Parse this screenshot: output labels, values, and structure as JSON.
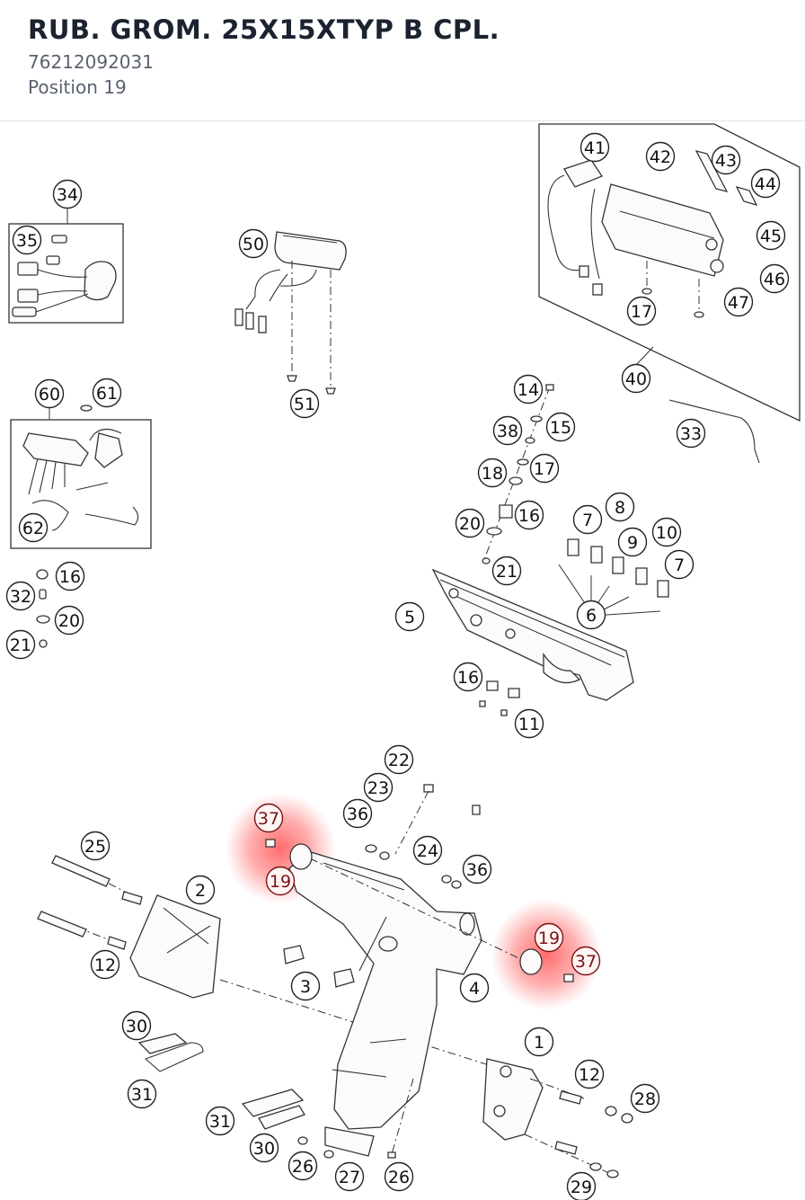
{
  "header": {
    "title": "RUB. GROM. 25X15XTYP B CPL.",
    "part_number": "76212092031",
    "position_label": "Position",
    "position_value": "19"
  },
  "highlight_color": "#ff3b3b",
  "callouts": [
    "34",
    "35",
    "50",
    "51",
    "41",
    "42",
    "43",
    "44",
    "45",
    "46",
    "47",
    "17",
    "40",
    "60",
    "61",
    "62",
    "14",
    "15",
    "38",
    "17",
    "18",
    "16",
    "20",
    "21",
    "33",
    "7",
    "8",
    "9",
    "10",
    "7",
    "6",
    "5",
    "16",
    "32",
    "20",
    "21",
    "16",
    "11",
    "22",
    "23",
    "36",
    "37",
    "24",
    "36",
    "25",
    "19",
    "2",
    "19",
    "37",
    "12",
    "3",
    "4",
    "30",
    "1",
    "12",
    "31",
    "28",
    "31",
    "30",
    "26",
    "27",
    "26",
    "29"
  ],
  "highlighted_position": "19"
}
